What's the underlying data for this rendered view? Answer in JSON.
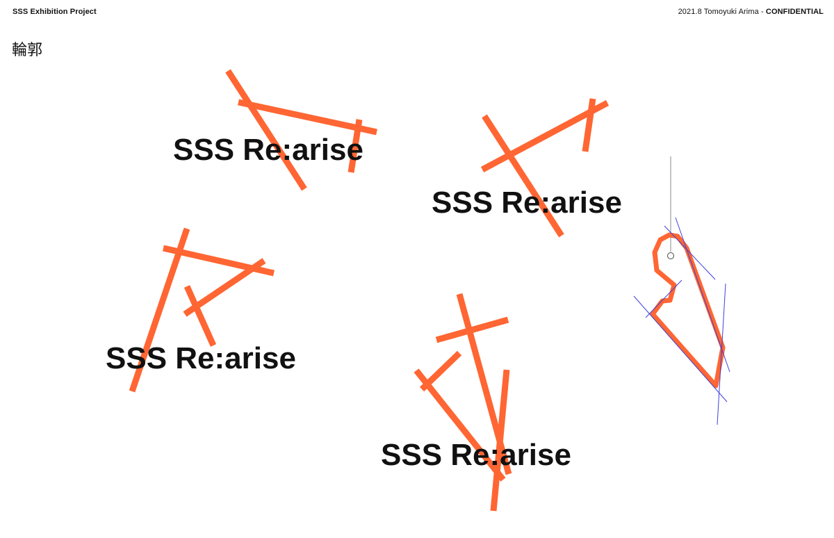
{
  "header": {
    "project": "SSS Exhibition Project",
    "meta": "2021.8 Tomoyuki Arima - ",
    "confidential": "CONFIDENTIAL"
  },
  "page": {
    "title": "輪郭"
  },
  "artwork": {
    "word": "SSS Re:arise",
    "stroke_color": "#ff6633",
    "guide_color": "#3f3fd9"
  }
}
